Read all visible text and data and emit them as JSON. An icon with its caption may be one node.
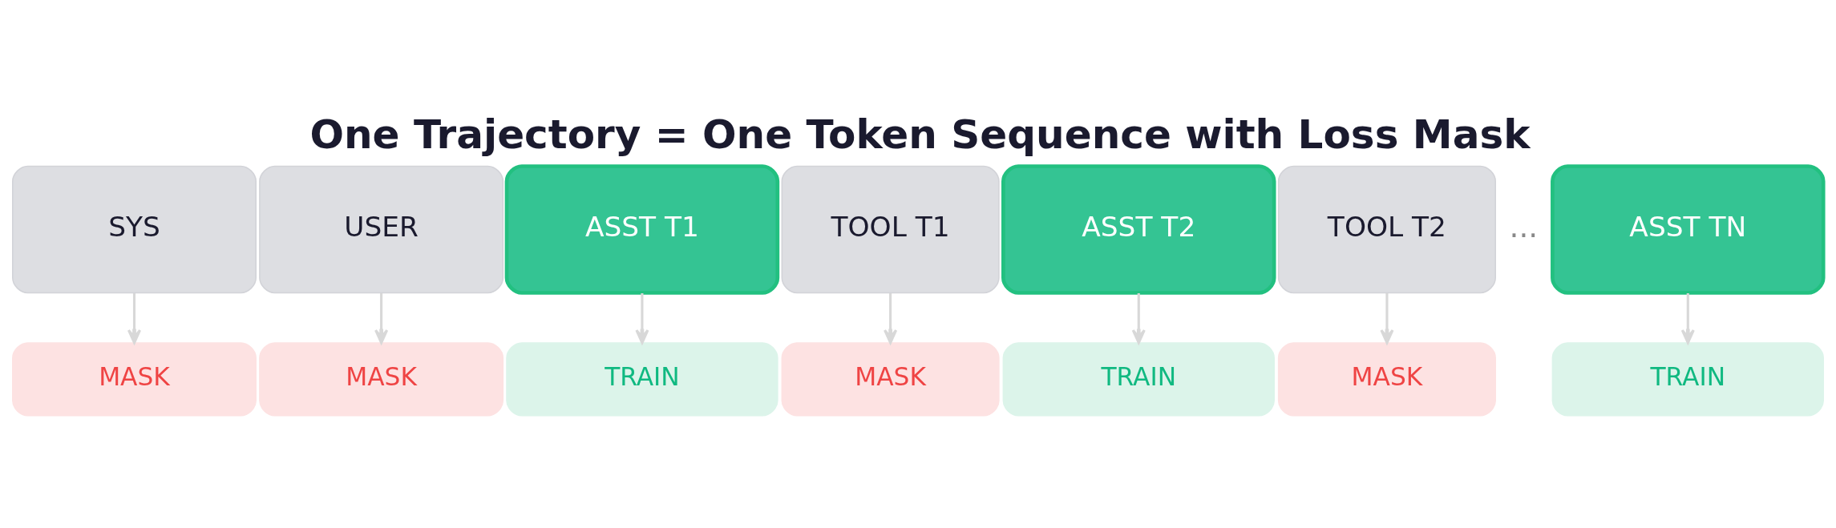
{
  "diagram": {
    "title": "One Trajectory = One Token Sequence with Loss Mask",
    "nodes": [
      {
        "text": [
          "SYS"
        ]
      },
      {
        "text": [
          "USER"
        ]
      },
      {
        "text": [
          "ASST T1"
        ]
      },
      {
        "text": [
          "TOOL T1"
        ]
      },
      {
        "text": [
          "ASST T2"
        ]
      },
      {
        "text": [
          "TOOL T2"
        ]
      },
      {
        "text": [
          "ASST TN"
        ]
      },
      {
        "text": [
          "MASK"
        ]
      },
      {
        "text": [
          "MASK"
        ]
      },
      {
        "text": [
          "TRAIN"
        ]
      },
      {
        "text": [
          "MASK"
        ]
      },
      {
        "text": [
          "TRAIN"
        ]
      },
      {
        "text": [
          "MASK"
        ]
      },
      {
        "text": [
          "TRAIN"
        ]
      }
    ],
    "edges": [
      {
        "from": 0,
        "to": 7,
        "arrow": "to"
      },
      {
        "from": 1,
        "to": 8,
        "arrow": "to"
      },
      {
        "from": 2,
        "to": 9,
        "arrow": "to"
      },
      {
        "from": 3,
        "to": 10,
        "arrow": "to"
      },
      {
        "from": 4,
        "to": 11,
        "arrow": "to"
      },
      {
        "from": 5,
        "to": 12,
        "arrow": "to"
      },
      {
        "from": 6,
        "to": 13,
        "arrow": "to"
      }
    ],
    "labels": [
      "..."
    ]
  }
}
